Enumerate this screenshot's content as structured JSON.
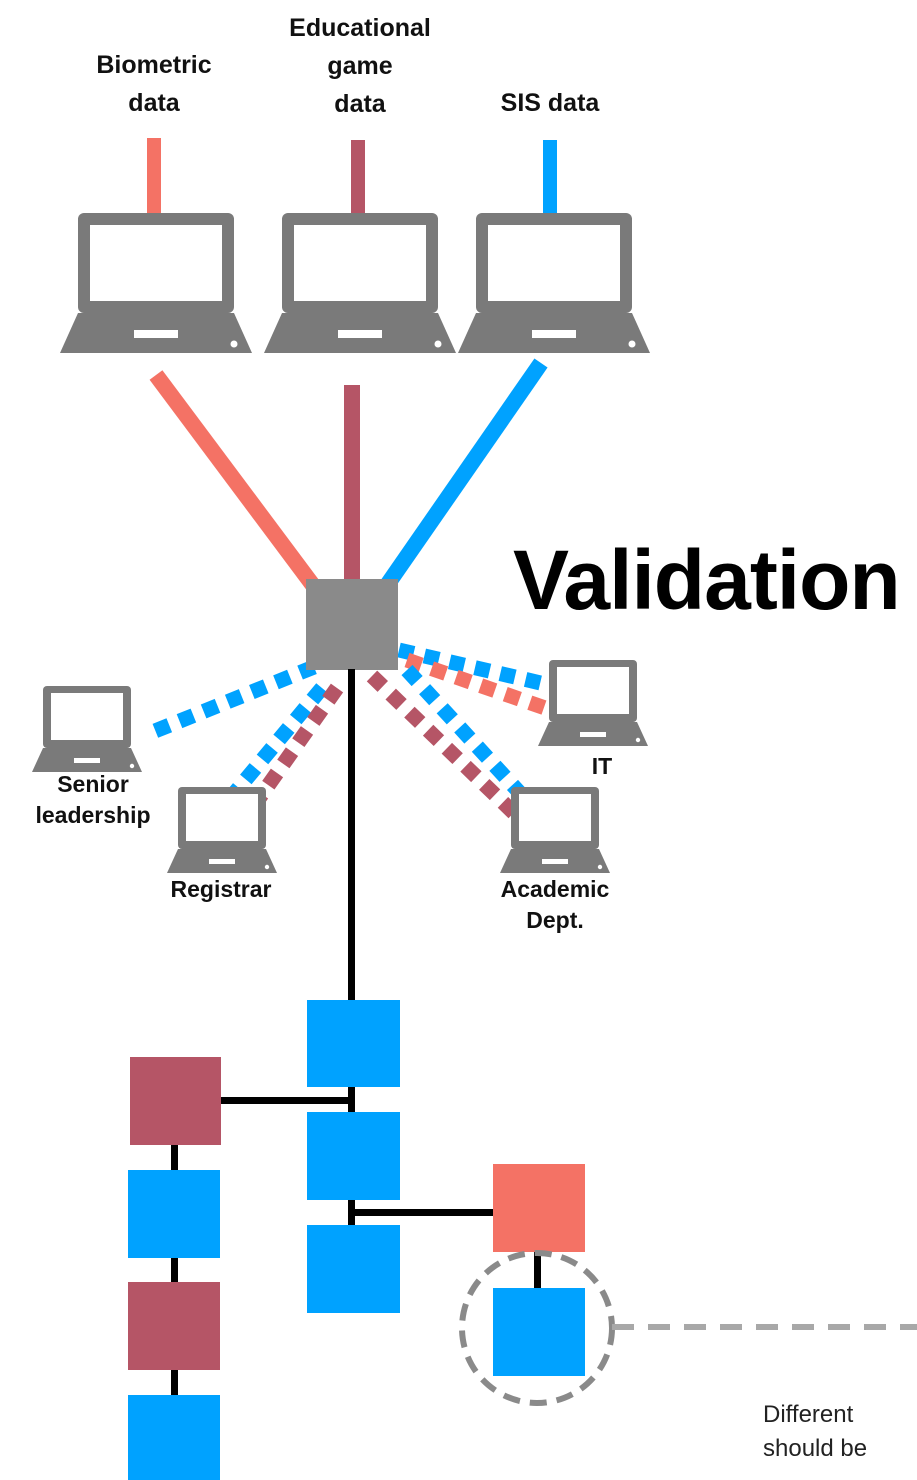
{
  "sources": {
    "biometric": {
      "label": "Biometric\ndata",
      "color": "#f47265"
    },
    "game": {
      "label": "Educational\ngame\ndata",
      "color": "#b55566"
    },
    "sis": {
      "label": "SIS data",
      "color": "#00a2ff"
    }
  },
  "hub": {
    "title": "Validation"
  },
  "consumers": {
    "senior": "Senior\nleadership",
    "registrar": "Registrar",
    "it": "IT",
    "academic": "Academic\nDept."
  },
  "caption": "Different\nshould  be",
  "colors": {
    "laptop": "#7a7a7a",
    "hub": "#8a8a8a",
    "block_blue": "#00a2ff",
    "block_maroon": "#b55566",
    "block_salmon": "#f47265",
    "dashed_gray": "#a8a8a8"
  },
  "icons": [
    "laptop-icon"
  ]
}
